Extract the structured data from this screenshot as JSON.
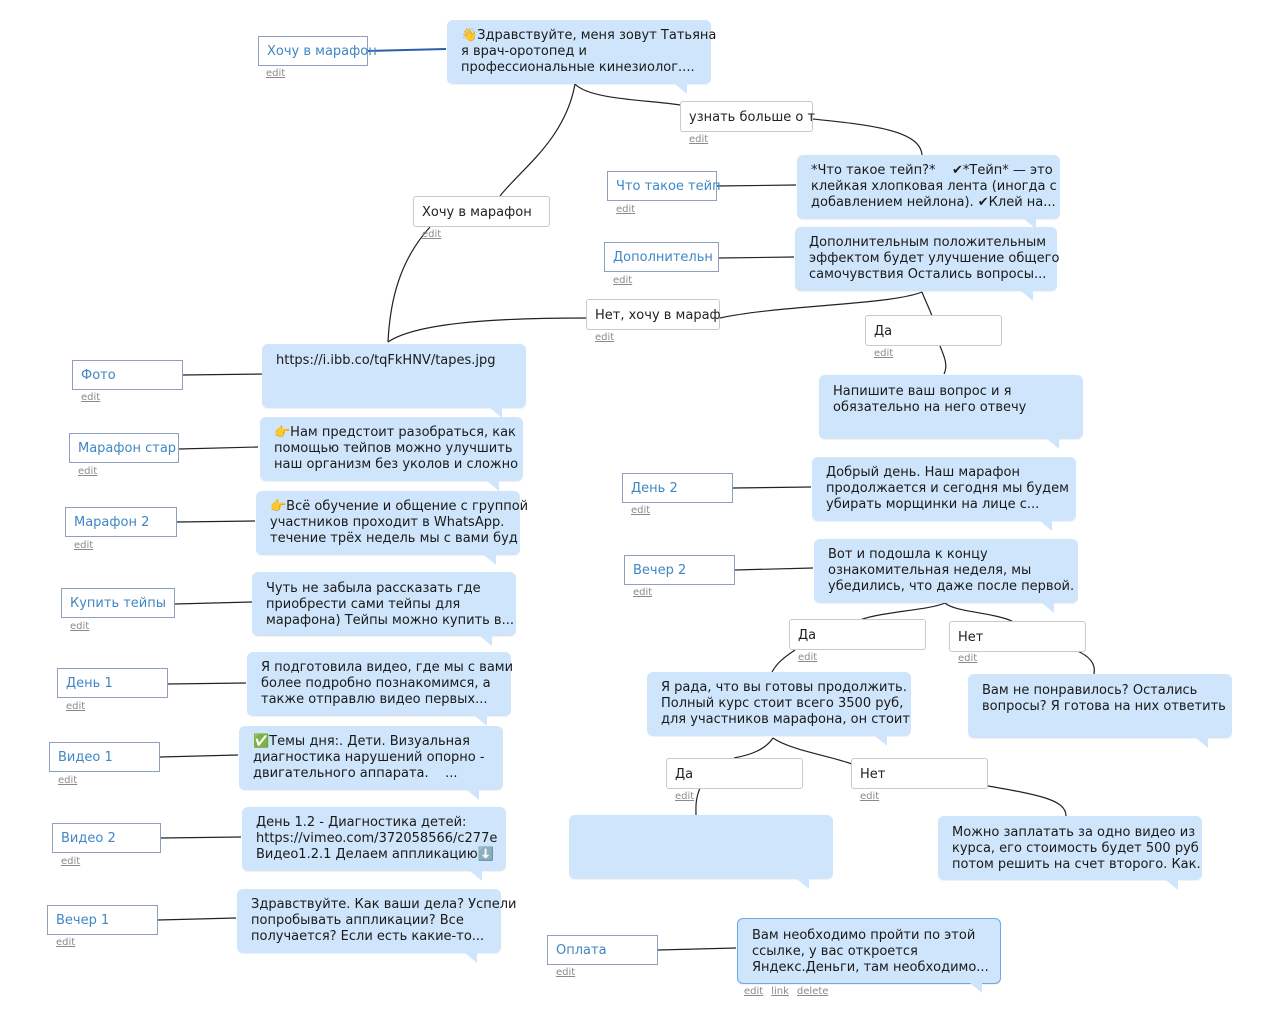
{
  "colors": {
    "bubble": "#cfe5fb",
    "trigger_text": "#3f87c5",
    "trigger_border": "#8e9fc0",
    "button_border": "#c9c9c9",
    "edit_text": "#8a8a8a",
    "line": "#222222",
    "selected_border": "#6aa8e6"
  },
  "ui": {
    "edit": "edit",
    "link": "link",
    "delete": "delete"
  },
  "triggers": {
    "marathon_top": "Хочу в марафон",
    "what_tape": "Что такое тейп",
    "additional": "Дополнительн",
    "photo": "Фото",
    "marathon_start": "Марафон стар",
    "marathon2": "Марафон 2",
    "buy_tapes": "Купить тейпы",
    "day1": "День 1",
    "video1": "Видео 1",
    "video2": "Видео 2",
    "evening1": "Вечер 1",
    "day2": "День 2",
    "evening2": "Вечер 2",
    "payment": "Оплата"
  },
  "buttons": {
    "learn_more": "узнать больше о т",
    "want_marathon": "Хочу в марафон",
    "no_want_marathon": "Нет, хочу в мараф",
    "yes1": "Да",
    "yes2": "Да",
    "no2": "Нет",
    "yes3": "Да",
    "no3": "Нет"
  },
  "bubbles": {
    "greeting": "👋Здравствуйте, меня зовут Татьяна\nя врач-оротопед и\nпрофессиональные кинезиолог....",
    "what_tape": "*Что такое тейп?*    ✔*Тейп* — это\nклейкая хлопковая лента (иногда с\nдобавлением нейлона). ✔Клей на...",
    "additional": "Дополнительным положительным\nэффектом будет улучшение общего\nсамочувствия Остались вопросы...",
    "photo": "https://i.ibb.co/tqFkHNV/tapes.jpg",
    "marathon_start": "👉Нам предстоит разобраться, как\nпомощью тейпов можно улучшить\nнаш организм без уколов и сложно",
    "marathon2": "👉Всё обучение и общение с группой\nучастников проходит в WhatsApp.\nтечение трёх недель мы с вами буд",
    "buy_tapes": "Чуть не забыла рассказать где\nприобрести сами тейпы для\nмарафона) Тейпы можно купить в...",
    "day1": "Я подготовила видео, где мы с вами\nболее подробно познакомимся, а\nтакже отправлю видео первых...",
    "video1": "✅Темы дня:. Дети. Визуальная\nдиагностика нарушений опорно -\nдвигательного аппарата.    ...",
    "video2": "День 1.2 - Диагностика детей:\nhttps://vimeo.com/372058566/c277e\nВидео1.2.1 Делаем аппликацию⬇️",
    "evening1": "Здравствуйте. Как ваши дела? Успели\nпопробывать аппликации? Все\nполучается? Если есть какие-то...",
    "ask_question": "Напишите ваш вопрос и я\nобязательно на него отвечу",
    "day2": "Добрый день. Наш марафон\nпродолжается и сегодня мы будем\nубирать морщинки на лице с...",
    "evening2": "Вот и подошла к концу\nознакомительная неделя, мы\nубедились, что даже после первой.",
    "glad_continue": "Я рада, что вы готовы продолжить.\nПолный курс стоит всего 3500 руб,\nдля участников марафона, он стоит",
    "didnt_like": "Вам не понравилось? Остались\nвопросы? Я готова на них ответить",
    "empty": "",
    "pay_one": "Можно заплатать за одно видео из\nкурса, его стоимость будет 500 руб\nпотом решить на счет второго. Как.",
    "payment": "Вам необходимо пройти по этой\nссылке, у вас откроется\nЯндекс.Деньги, там необходимо..."
  }
}
